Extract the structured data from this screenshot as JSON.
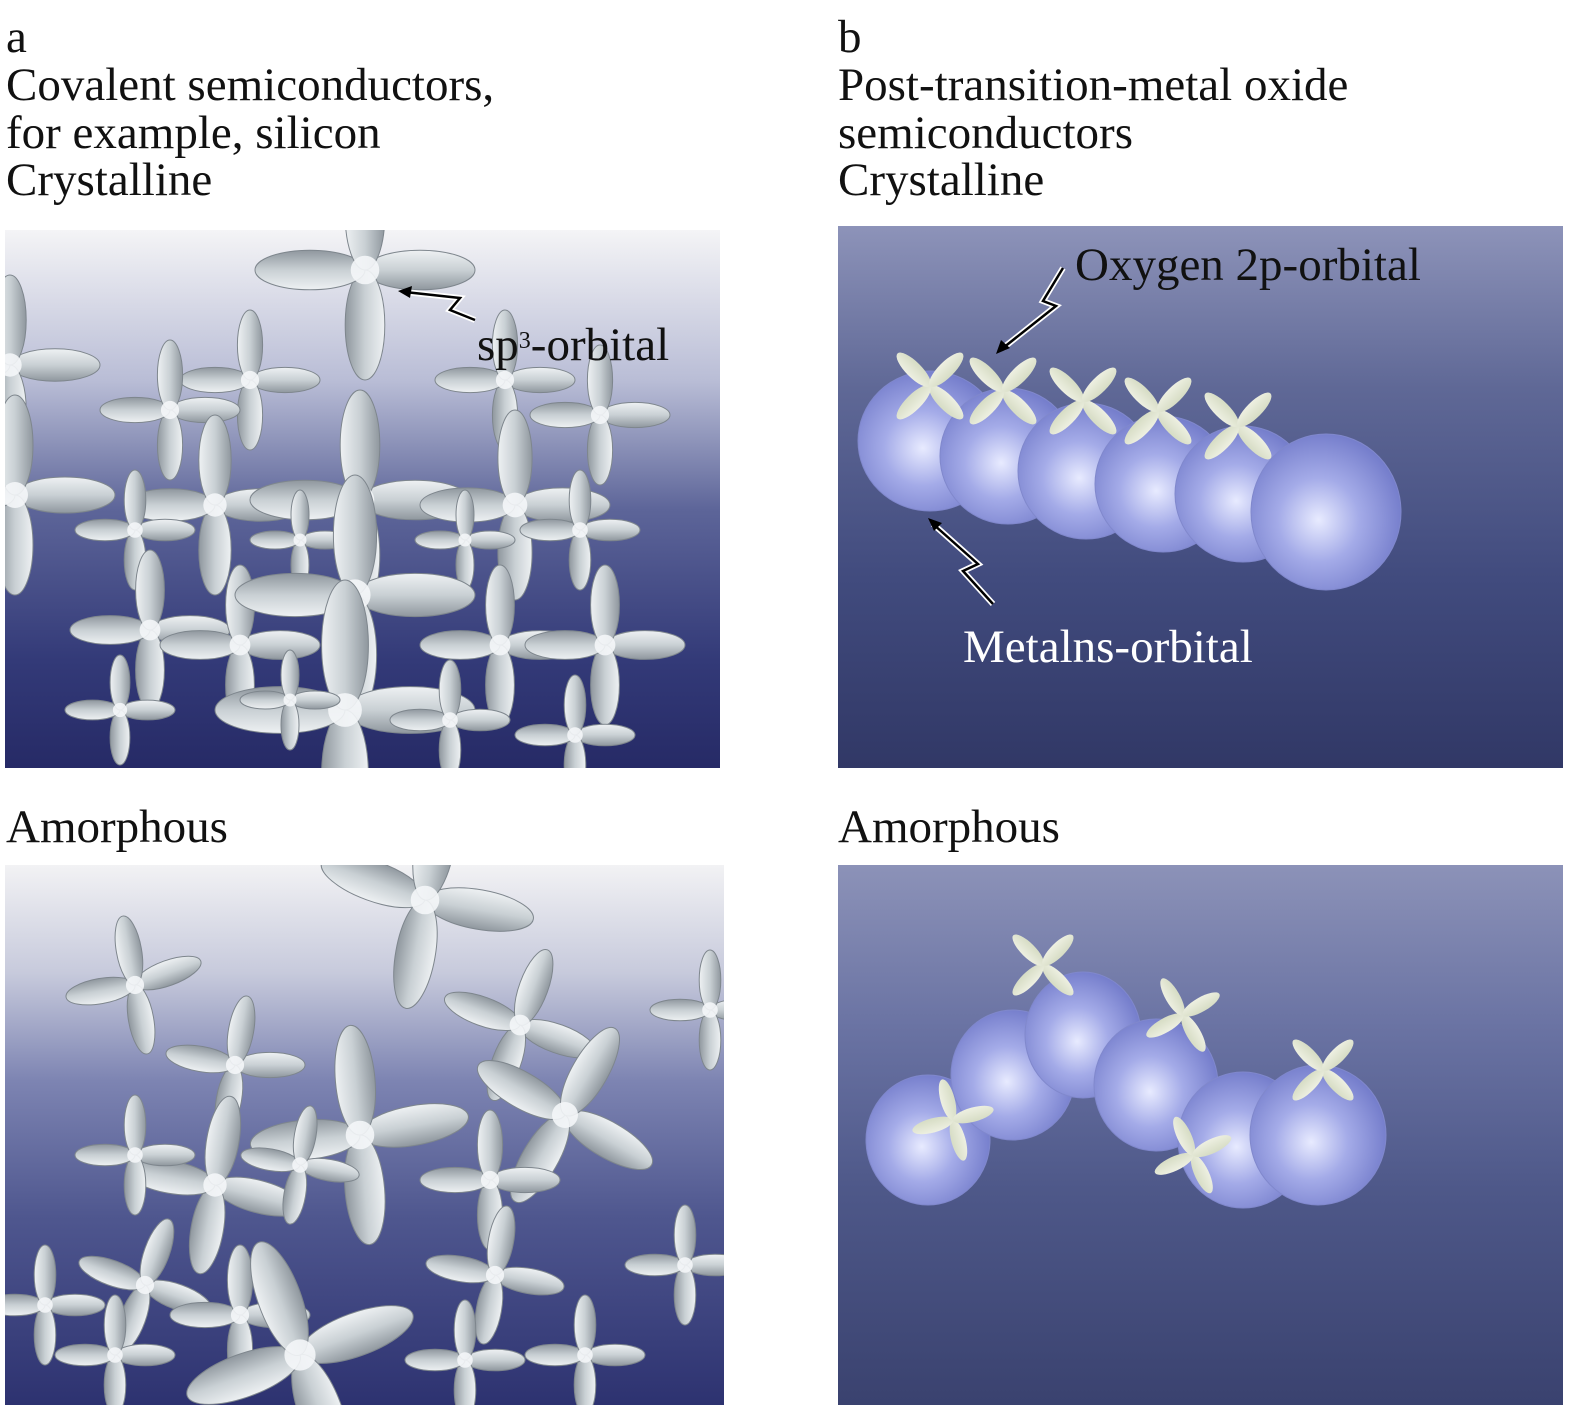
{
  "panel_a": {
    "letter": "a",
    "title_lines": [
      "Covalent semiconductors,",
      "for example, silicon",
      "Crystalline"
    ],
    "amorphous_label": "Amorphous",
    "annotation": {
      "base": "sp",
      "superscript": "3",
      "rest": "-orbital"
    }
  },
  "panel_b": {
    "letter": "b",
    "title_lines": [
      "Post-transition-metal oxide",
      "semiconductors",
      "Crystalline"
    ],
    "amorphous_label": "Amorphous",
    "annotation_oxygen": "Oxygen 2p-orbital",
    "annotation_metal": "Metalns-orbital"
  },
  "colors": {
    "lobe": "#c9d0d4",
    "sphere": "#a4abe8",
    "p_orbital": "#d6dcc4"
  }
}
